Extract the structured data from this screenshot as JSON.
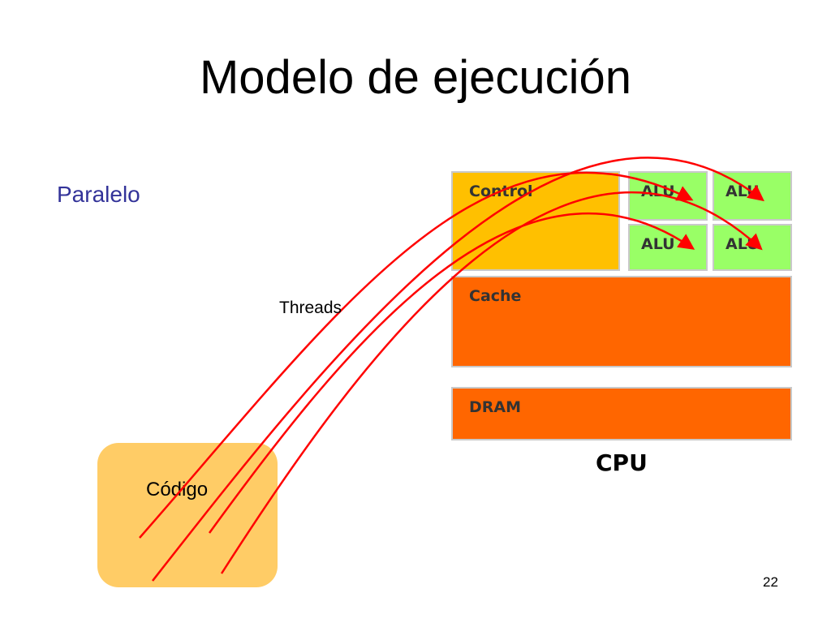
{
  "slide": {
    "title": "Modelo de ejecución",
    "subtitle": "Paralelo",
    "page_number": "22"
  },
  "diagram": {
    "threads_label": "Threads",
    "code_label": "Código",
    "cpu_label": "CPU",
    "blocks": {
      "control": "Control",
      "alu_1": "ALU",
      "alu_2": "ALU",
      "alu_3": "ALU",
      "alu_4": "ALU",
      "cache": "Cache",
      "dram": "DRAM"
    }
  },
  "colors": {
    "title_text": "#000000",
    "subtitle_text": "#333399",
    "code_box": "#ffcc66",
    "control_block": "#ffc000",
    "alu_block": "#99ff66",
    "cache_block": "#ff6600",
    "dram_block": "#ff6600",
    "thread_arrows": "#ff0000"
  }
}
